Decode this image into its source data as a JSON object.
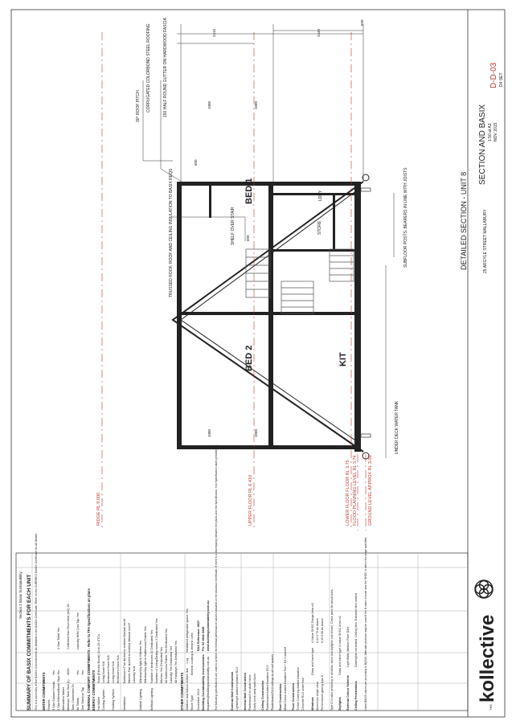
{
  "drawing": {
    "sheet_title": "SECTION AND BASIX",
    "drawing_no": "D-D-03",
    "scale": "1:50 at A3",
    "date": "NOV 2015",
    "sheet_of": "D4 SET",
    "address": "25 ARGYLE STREET MALLABURY",
    "section_title": "DETAILED SECTION - UNIT 8",
    "brand": "kollective",
    "brand_prefix": "THE"
  },
  "labels": {
    "roof_pitch": "30° ROOF PITCH",
    "roofing": "CORRUGATED COLORBOND STEEL ROOFING",
    "gutter": "150 HALF ROUND GUTTER ON HARDWOOD FASCIA",
    "truss": "TRUSSED ROOF, ROOF AND CEILING INSULATION TO BASIX REQS",
    "shelf": "SHELF OVER STAIR",
    "subfloor": "SUBFLOOR POSTS, BEARERS IN LINE WITH JOISTS",
    "tank": "UNDER DECK WATER TANK",
    "bed1": "BED 1",
    "bed2": "BED 2",
    "kit": "KIT",
    "store": "STORE",
    "ldry": "LDRY"
  },
  "levels": {
    "ridge": "RIDGE RL 9.000",
    "upper": "UPPER FLOOR RL 6.410",
    "lower": "LOWER FLOOR FLOOR RL 3.75",
    "flood": "FLOOD PLANNING LEVEL RL 3.74",
    "ground": "GROUND LEVEL APPROX RL 3.00"
  },
  "dims": {
    "d1": "2410",
    "d2": "2440",
    "d3": "1080",
    "d4": "1080",
    "d5": "600",
    "d6": "600",
    "d7": "1080",
    "d8": "1080",
    "d9": "600"
  },
  "basix": {
    "heading_small": "Section 2 Basix Sustainability",
    "title": "SUMMARY OF BASIX COMMITMENTS FOR EACH UNIT",
    "intro": "This is a summary of the BASIX Commitments as detailed in the BASIX Certificate. Refer to the CURRENT BASIX Certificate for all details.",
    "water_head": "WATER COMMITMENTS",
    "water_rows": [
      [
        "Fixtures",
        "",
        ""
      ],
      [
        "3 Star Shower Heads",
        "Yes",
        ""
      ],
      [
        "3 Star Kitchen/Basin Taps",
        "Yes",
        "4 Star Toilet  Yes"
      ],
      [
        "Alternative Water",
        "",
        ""
      ],
      [
        "Minimum Tank Size (L)",
        "3000",
        "Collected from Roof Area (m2) 36"
      ],
      [
        "Tank Connected To:",
        "",
        ""
      ],
      [
        "All Toilets",
        "Yes",
        "Laundry W/M Cold Tap  Yes"
      ],
      [
        "One Outdoor Tap",
        "Yes",
        ""
      ]
    ],
    "thermal_head": "THERMAL COMFORT COMMITMENTS - Refer to TFA Specifications on plans",
    "energy_head": "ENERGY COMMITMENTS",
    "energy_rows": [
      [
        "Hot Water",
        "Solar (Electric Boost) 24 to 25 STCs"
      ],
      [
        "Cooling System",
        "Living None  N/A"
      ],
      [
        "",
        "Bedrooms None  N/A"
      ],
      [
        "Heating System",
        "Living None  N/A"
      ],
      [
        "",
        "Bedrooms None  N/A"
      ],
      [
        "Ventilation",
        "Bathrooms Fan ducted to exterior  Manual on/off"
      ],
      [
        "",
        "Kitchen Fan ducted to exterior  Manual on/off"
      ],
      [
        "",
        "Laundry  N/A"
      ],
      [
        "Natural Lighting",
        "Window/sky light in Kitchen  Yes"
      ],
      [
        "",
        "Window/sky light in Bathrooms/Toilets  Yes"
      ],
      [
        "Artificial Lighting",
        "Number of bedrooms  #2 Dedicated  Yes"
      ],
      [
        "",
        "Number of Living/Dining rooms  2 Dedicated  Yes"
      ],
      [
        "",
        "Kitchen  Yes Dedicated  Yes"
      ],
      [
        "",
        "All Bathrooms/Toilets  Yes Dedicated  Yes"
      ],
      [
        "",
        "Laundry  Yes Dedicated  Yes"
      ],
      [
        "",
        "All Hallways  Yes Dedicated  Yes"
      ]
    ],
    "other_head": "OTHER COMMITMENTS",
    "other_rows": [
      [
        "Outdoor and indoor clothes line",
        "1 sq",
        "Ventilated refrigerator space  Yes"
      ],
      [
        "Stove Type",
        "Electric cooktop & electric oven",
        ""
      ]
    ],
    "cert_no": "BSA Reference: 4837",
    "cert_date": "November 2015",
    "cert_by": "Building Sustainability Assessments",
    "cert_email": "enquiries@buildingsustainability.com.au",
    "cert_web": "www.buildingsustainability.com.au",
    "cert_abn": "Ph: 02 4942 4398",
    "note1": "The following specifications are used to achieve the thermal performance values indicated on the Assessor Certificate. If there is a discrepancy between the plans and this Specification, this Specification takes precedence.",
    "external_head": "External Wall Construction",
    "external_rows": [
      "Lightweight  Added Insulation  R2.0"
    ],
    "internal_head": "Internal Wall Construction",
    "internal_rows": [
      "Plasterboard on studs  None",
      "Cavity brick party walls  None"
    ],
    "ceiling_head": "Ceiling Construction",
    "ceiling_rows": [
      "Plasterboard  Added Insulation R3.5",
      "Plasterboard  R3.0 ceilings to all roof spaces"
    ],
    "roof_head": "Roof Construction",
    "roof_rows": [
      "Metal  Colour  Added Insulation Foil + R1.3 blanket"
    ],
    "floor_head": "Floor Construction",
    "floor_rows": [
      "Timber  Covering  Added Insulation",
      "Concrete  R1.0 under floor"
    ],
    "windows_head": "Windows",
    "windows_rows": [
      [
        "Glass and frame type",
        "U-Value  SHGC Range  Area m2"
      ],
      [
        "Aluminium single clear",
        "6.44  0.75  As drawn"
      ],
      [
        "Performance glazing type 8",
        "5.40  0.58  As drawn"
      ]
    ],
    "note2": "Type & U-value pertaining to windows, doors and skylights (not shown). Check plans for actual sizes.",
    "skylights_head": "Skylights",
    "skylights_rows": [
      "Glass and frame type  U-Value  SHGC  Area m2"
    ],
    "external_colour_head": "External Colour Scheme",
    "colour_rows": [
      "Light  Walls: Medium  Roof: Dark"
    ],
    "ceiling_pen_head": "Ceiling Penetrations",
    "ceiling_pen_rows": [
      "Downlights not sealed. Ceiling fans. Extractor fans sealed."
    ],
    "footer_note": "Listed BASIX values are according to BASIX. Alternate products may be used if the U value is lower and the SHGC is within the range specified."
  },
  "colors": {
    "accent_red": "#c0392b",
    "wall_dark": "#222222",
    "line": "#333333"
  }
}
